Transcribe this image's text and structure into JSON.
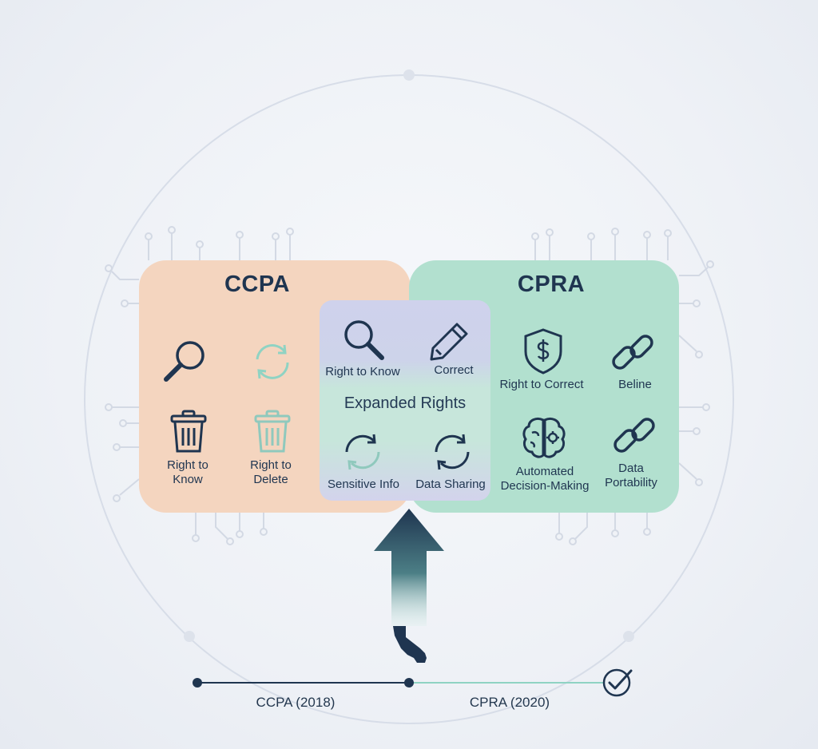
{
  "ccpa": {
    "title": "CCPA",
    "items": [
      {
        "icon": "magnifier-icon",
        "label": ""
      },
      {
        "icon": "refresh-cycle-icon",
        "label": ""
      },
      {
        "icon": "trash-icon",
        "label_line1": "Right to",
        "label_line2": "Know"
      },
      {
        "icon": "trash-faded-icon",
        "label_line1": "Right to",
        "label_line2": "Delete"
      }
    ]
  },
  "cpra": {
    "title": "CPRA",
    "items": [
      {
        "icon": "shield-dollar-icon",
        "label": "Right to Correct"
      },
      {
        "icon": "chain-link-icon",
        "label": "Beline"
      },
      {
        "icon": "brain-gear-icon",
        "label_line1": "Automated",
        "label_line2": "Decision-Making"
      },
      {
        "icon": "chain-link-icon",
        "label_line1": "Data",
        "label_line2": "Portability"
      }
    ]
  },
  "overlap": {
    "heading": "Expanded Rights",
    "items": [
      {
        "icon": "magnifier-icon",
        "label": "Right to Know"
      },
      {
        "icon": "pencil-icon",
        "label": "Correct"
      },
      {
        "icon": "sync-arrows-icon",
        "label": "Sensitive Info"
      },
      {
        "icon": "sync-arrows-icon",
        "label": "Data Sharing"
      }
    ]
  },
  "timeline": {
    "start_label": "CCPA (2018)",
    "end_label": "CPRA (2020)",
    "end_icon": "check-circle-icon"
  },
  "colors": {
    "ccpa_panel": "#f4d5bf",
    "cpra_panel": "#b2e0cf",
    "overlap_panel": "#cfd2ec",
    "navy": "#1f3550",
    "teal": "#6fc3b2"
  }
}
